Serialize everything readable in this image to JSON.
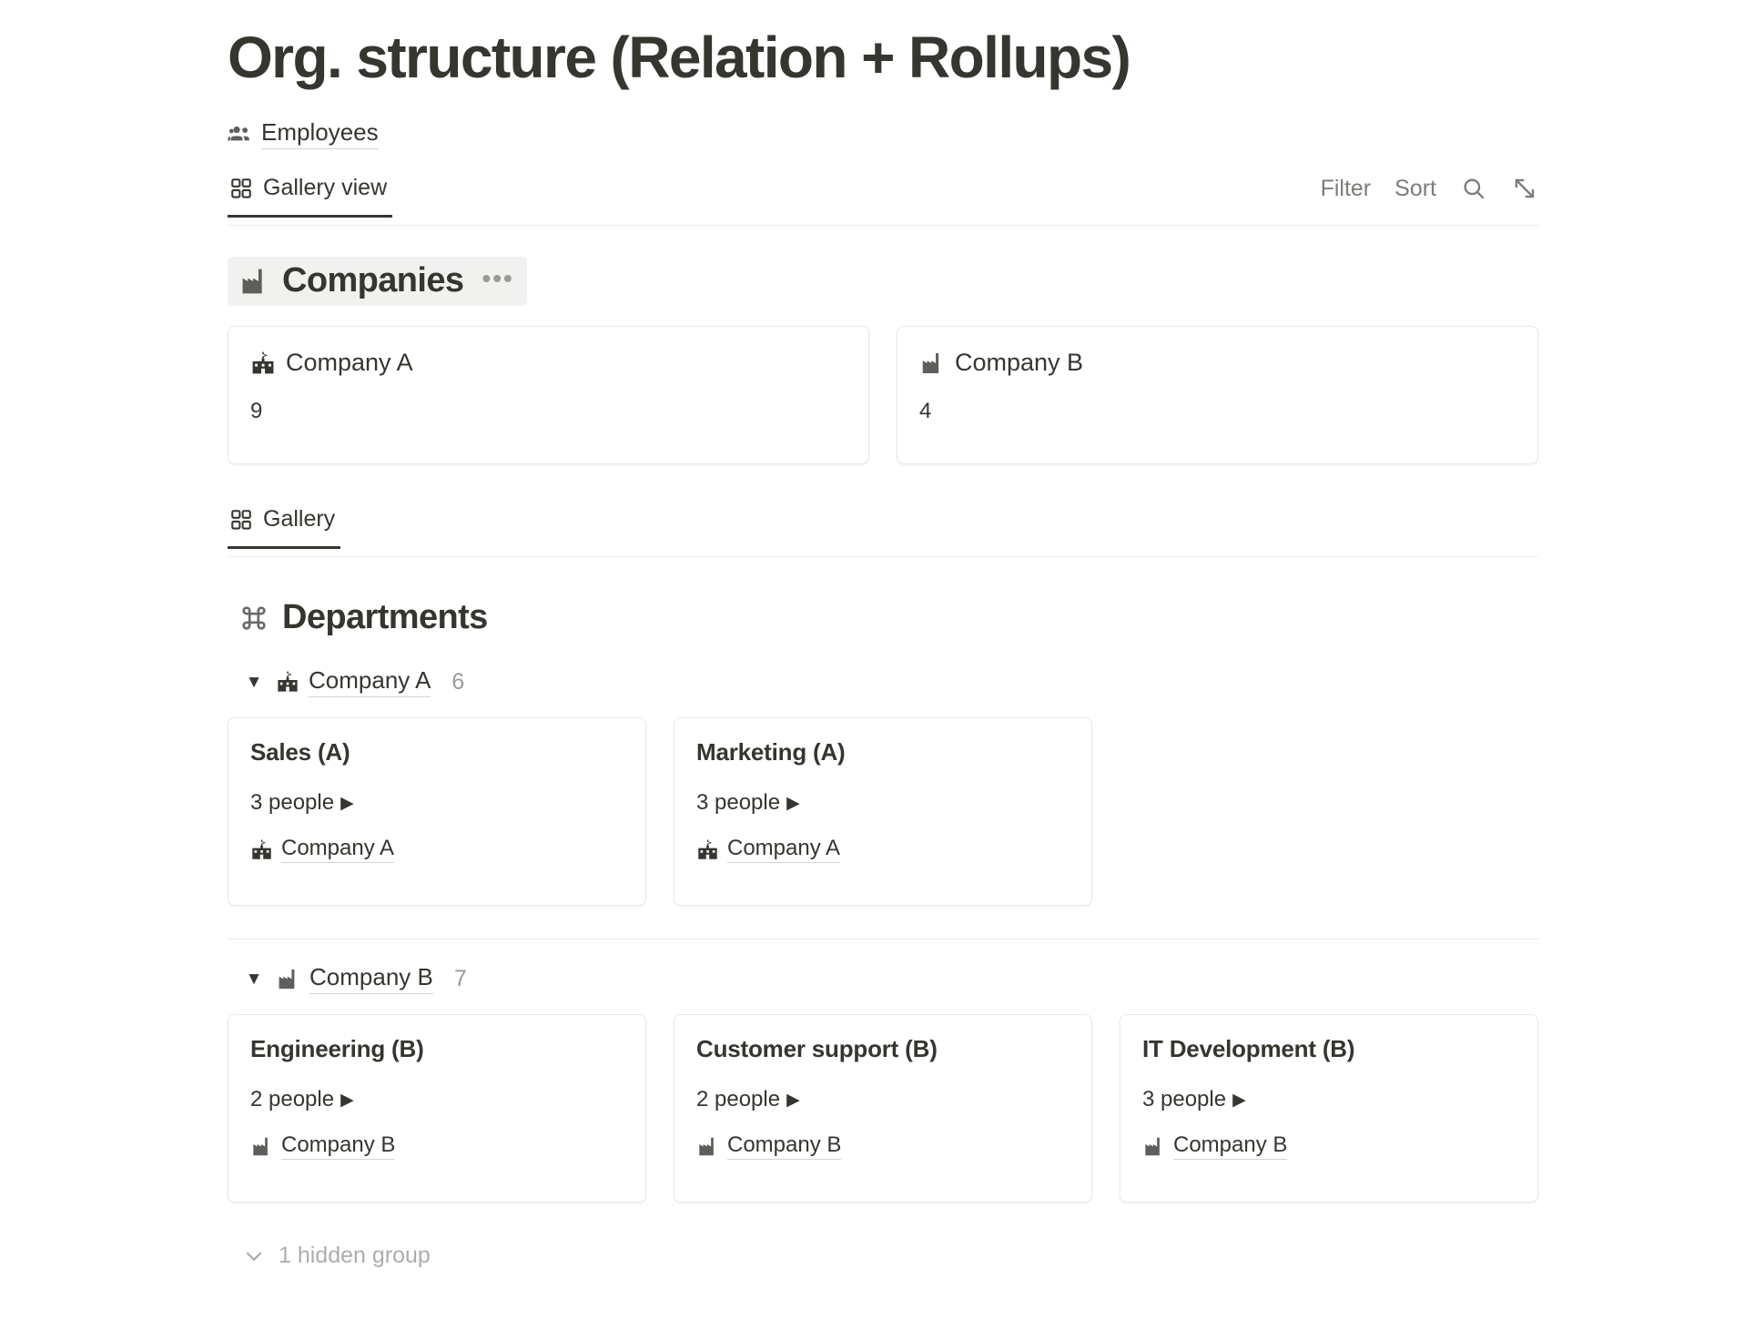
{
  "page": {
    "title": "Org. structure (Relation + Rollups)"
  },
  "source": {
    "label": "Employees",
    "icon": "people-group-icon"
  },
  "toolbar": {
    "view_label": "Gallery view",
    "view_icon": "gallery-grid-icon",
    "filter_label": "Filter",
    "sort_label": "Sort",
    "search_icon": "search-icon",
    "expand_icon": "expand-diagonal-icon"
  },
  "companies_section": {
    "heading": "Companies",
    "heading_icon": "factory-icon",
    "more_label": "•••",
    "cards": [
      {
        "title": "Company A",
        "icon": "school-building-icon",
        "count": "9"
      },
      {
        "title": "Company B",
        "icon": "factory-icon",
        "count": "4"
      }
    ]
  },
  "gallery_bar": {
    "view_label": "Gallery",
    "view_icon": "gallery-grid-icon"
  },
  "departments_section": {
    "heading": "Departments",
    "heading_icon": "command-icon",
    "groups": [
      {
        "toggle": "▼",
        "name": "Company A",
        "icon": "school-building-icon",
        "count": "6",
        "cards": [
          {
            "title": "Sales (A)",
            "people": "3 people",
            "people_arrow": "▶",
            "relation": "Company A",
            "relation_icon": "school-building-icon"
          },
          {
            "title": "Marketing (A)",
            "people": "3 people",
            "people_arrow": "▶",
            "relation": "Company A",
            "relation_icon": "school-building-icon"
          }
        ]
      },
      {
        "toggle": "▼",
        "name": "Company B",
        "icon": "factory-icon",
        "count": "7",
        "cards": [
          {
            "title": "Engineering (B)",
            "people": "2 people",
            "people_arrow": "▶",
            "relation": "Company B",
            "relation_icon": "factory-icon"
          },
          {
            "title": "Customer support (B)",
            "people": "2 people",
            "people_arrow": "▶",
            "relation": "Company B",
            "relation_icon": "factory-icon"
          },
          {
            "title": "IT Development (B)",
            "people": "3 people",
            "people_arrow": "▶",
            "relation": "Company B",
            "relation_icon": "factory-icon"
          }
        ]
      }
    ]
  },
  "footer": {
    "hidden_group_label": "1 hidden group",
    "chevron": "chevron-down-icon"
  },
  "colors": {
    "text": "#37352f",
    "muted": "#9b9a97",
    "faint": "#aeadaa",
    "border": "#eaeae9",
    "divider": "#ececeb",
    "hover_bg": "#f1f1f0"
  }
}
